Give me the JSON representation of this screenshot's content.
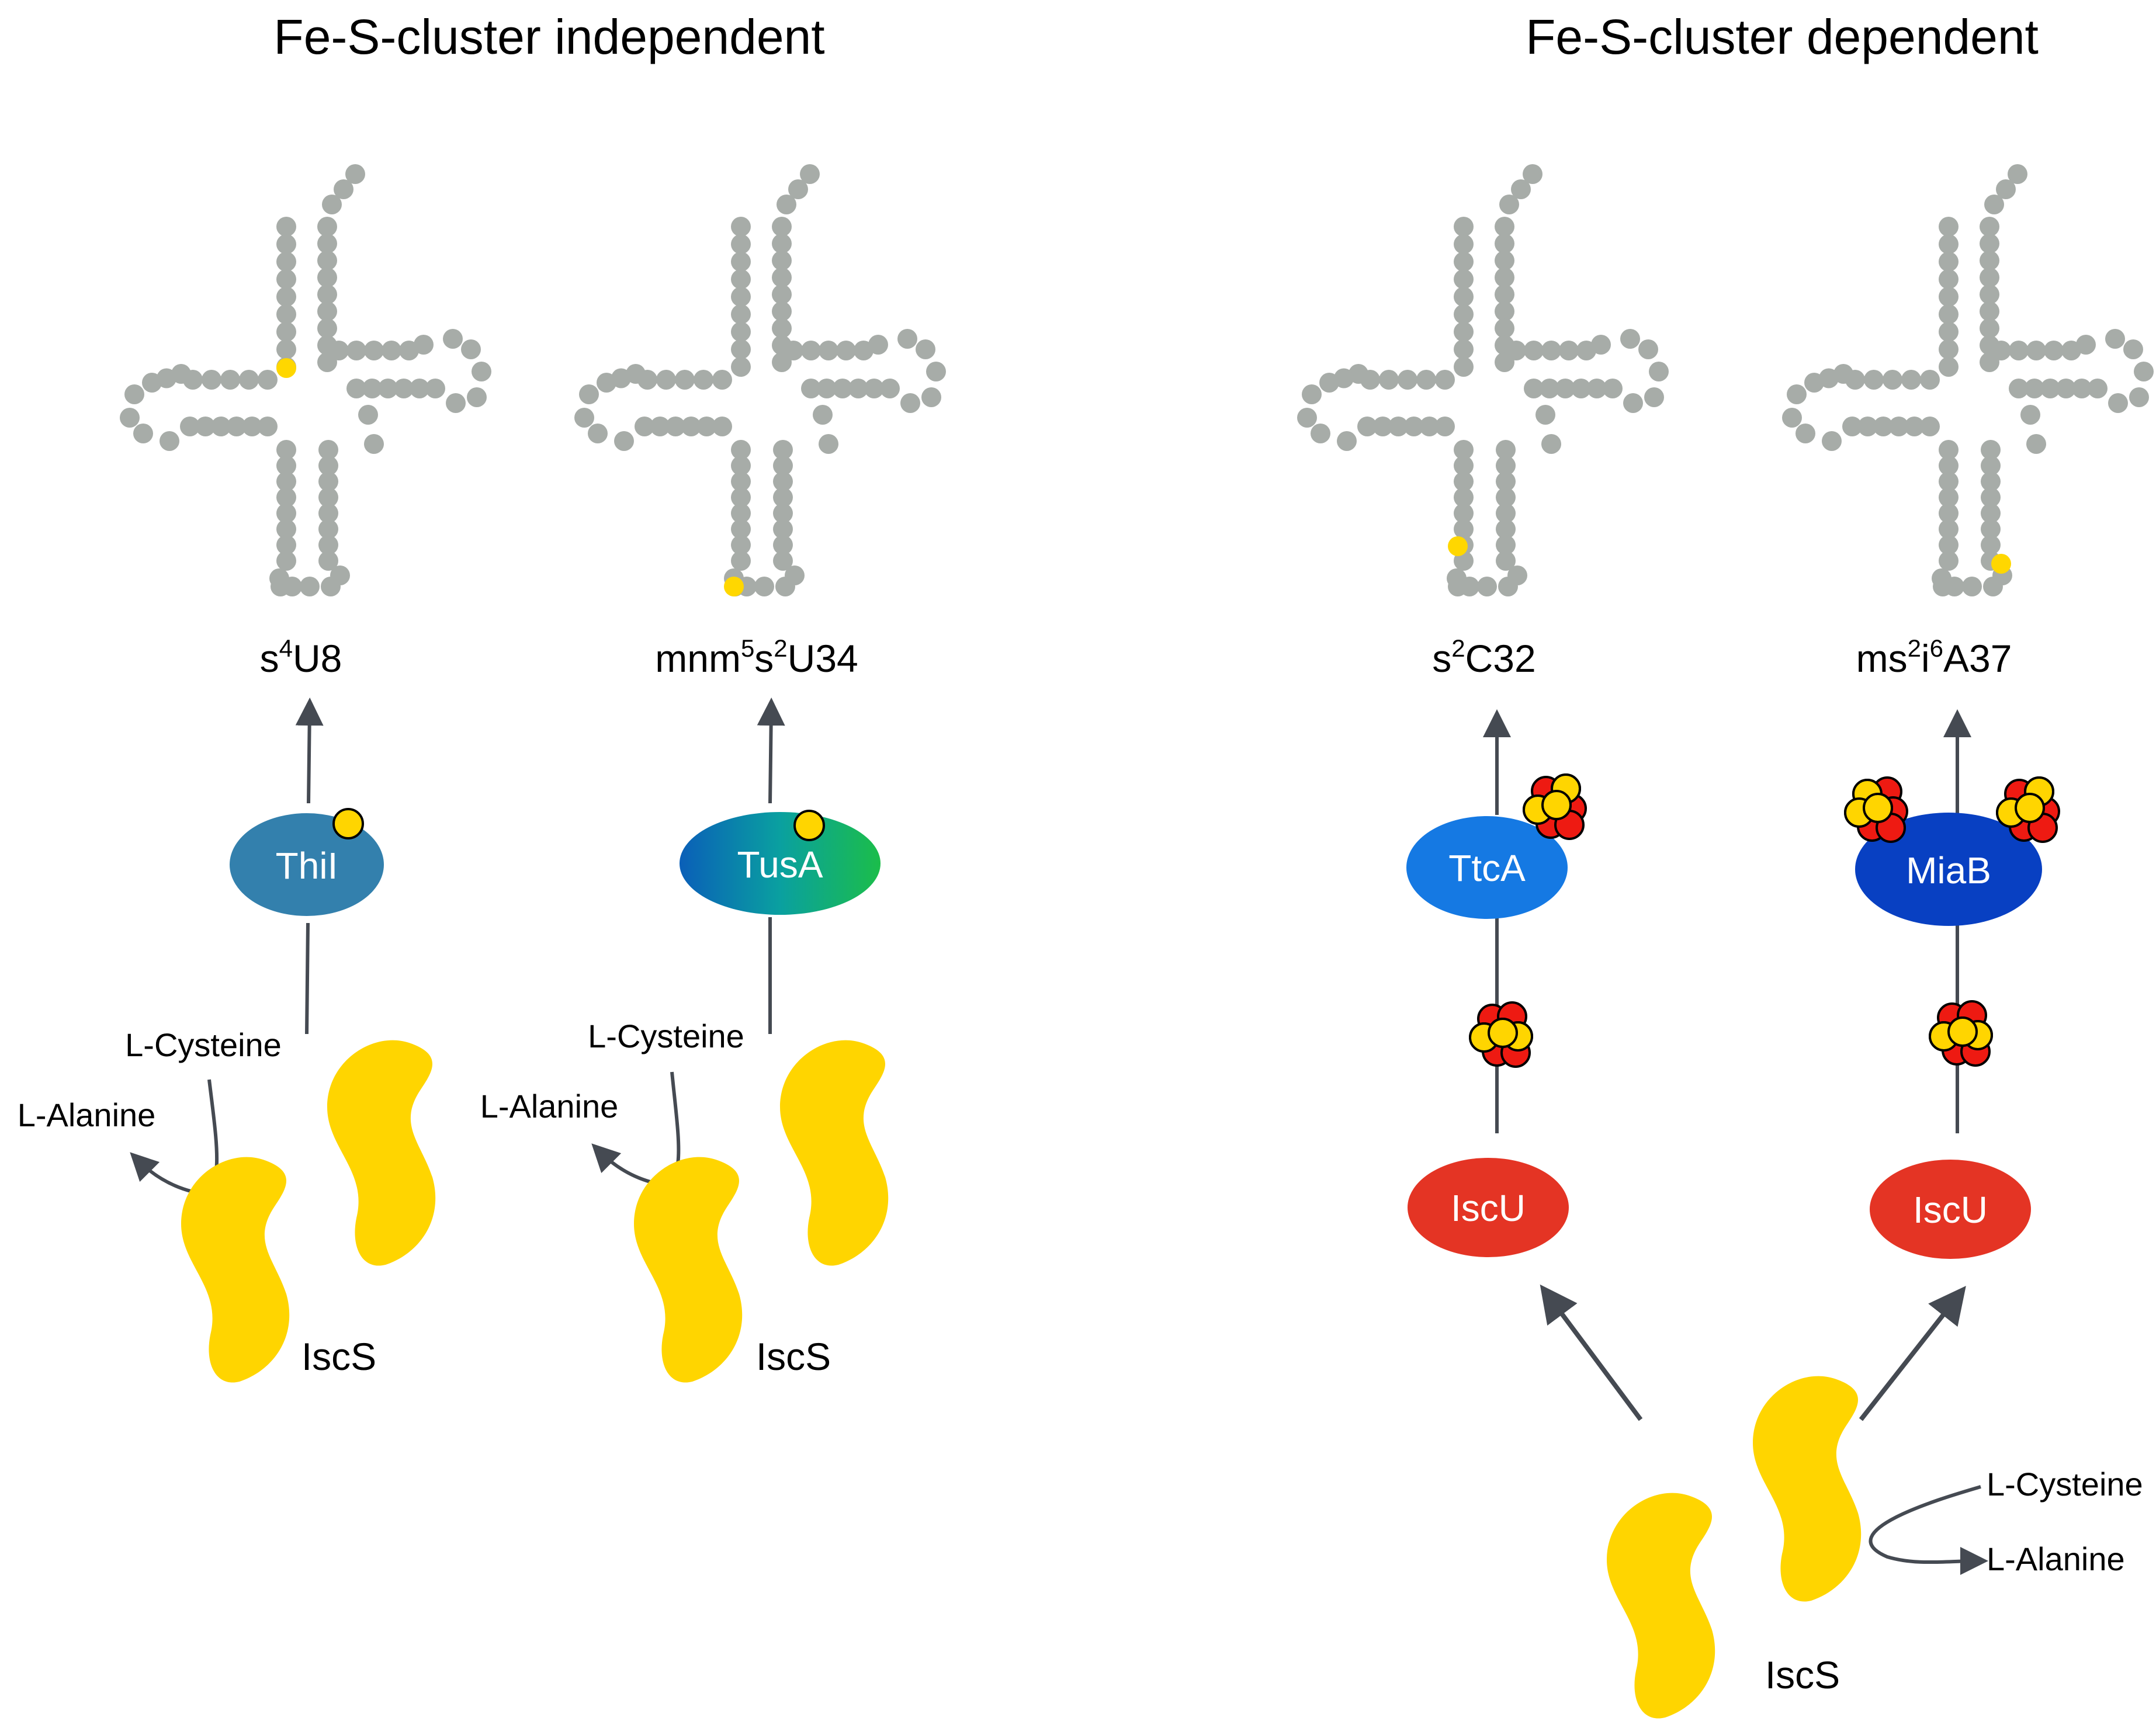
{
  "headings": {
    "independent": "Fe-S-cluster independent",
    "dependent": "Fe-S-cluster dependent"
  },
  "modifications": [
    {
      "base": "s",
      "sup": "4",
      "rest": "U8"
    },
    {
      "base": "mnm",
      "sup": "5",
      "mid": "s",
      "sup2": "2",
      "rest": "U34"
    },
    {
      "base": "s",
      "sup": "2",
      "rest": "C32"
    },
    {
      "base": "ms",
      "sup": "2",
      "mid": "i",
      "sup2": "6",
      "rest": "A37"
    }
  ],
  "enzymes": {
    "thil": "ThiI",
    "tusa": "TusA",
    "ttca": "TtcA",
    "miab": "MiaB",
    "iscu": "IscU",
    "iscs": "IscS"
  },
  "substrates": {
    "cysteine": "L-Cysteine",
    "alanine": "L-Alanine"
  },
  "colors": {
    "trna_nucleotide": "#a7aca8",
    "modified_nucleotide": "#ffd700",
    "iscs": "#ffd500",
    "thil": "#3380ad",
    "tusa_start": "#0a5fb8",
    "tusa_end": "#1bbd4a",
    "ttca": "#1579e3",
    "miab": "#0840c2",
    "iscu": "#e43424",
    "sulfur_yellow": "#ffd500",
    "iron_red": "#ee1a12",
    "arrow": "#454a52"
  }
}
